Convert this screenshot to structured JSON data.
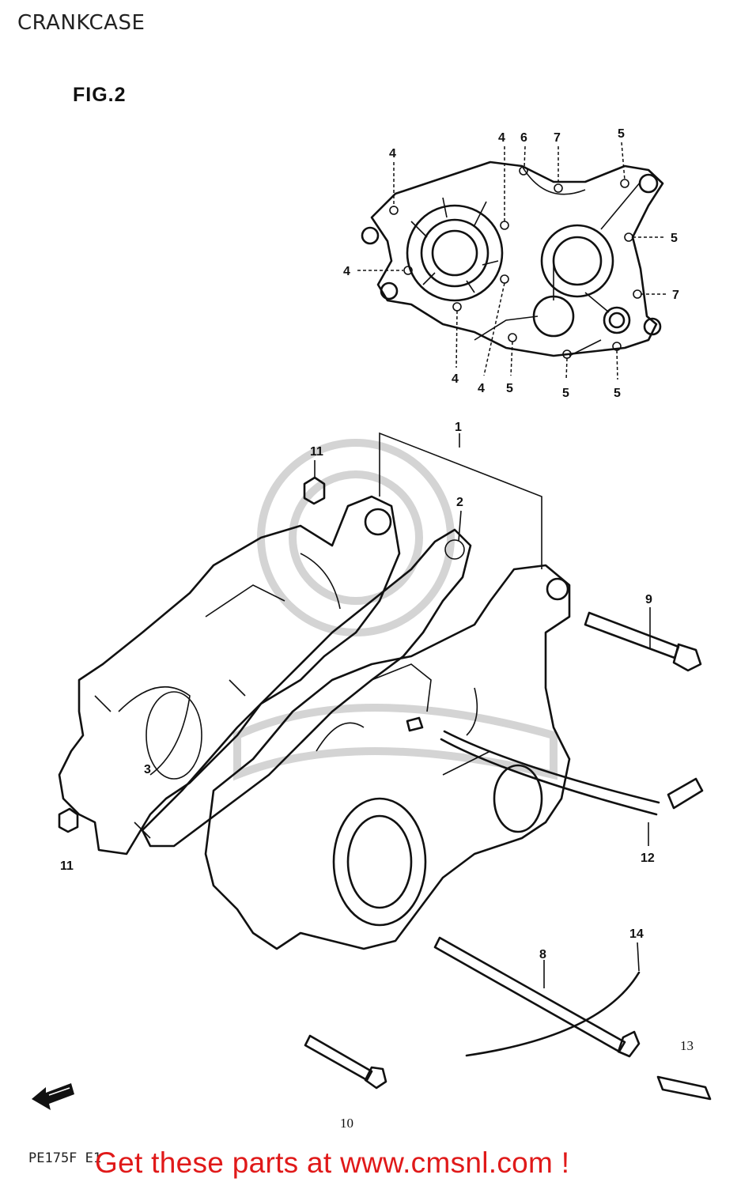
{
  "header": {
    "title": "CRANKCASE"
  },
  "figure": {
    "label": "FIG.2"
  },
  "footer": {
    "model_code": "PE175F E1",
    "banner": "Get these parts at www.cmsnl.com !"
  },
  "callouts": {
    "top_cover": [
      "4",
      "4",
      "6",
      "7",
      "5",
      "5",
      "4",
      "7",
      "4",
      "4",
      "5",
      "5",
      "5"
    ],
    "main": [
      "1",
      "2",
      "11",
      "9",
      "3",
      "11",
      "12",
      "14",
      "8",
      "13",
      "10"
    ]
  },
  "colors": {
    "banner": "#e01919",
    "line": "#111111",
    "watermark": "#d4d4d4"
  },
  "icons": {
    "fwd_arrow": "fwd-arrow-icon"
  }
}
